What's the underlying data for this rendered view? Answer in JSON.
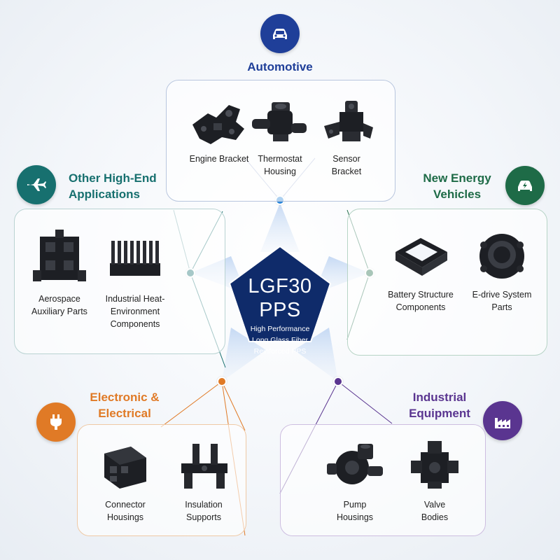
{
  "center": {
    "title": "LGF30\nPPS",
    "subtitle": "High Performance\nLong Glass Fiber\nReinforced PPS"
  },
  "colors": {
    "center_fill": "#0f2b6a",
    "automotive": "#1f3f99",
    "new_energy": "#1e6b47",
    "industrial": "#5a3590",
    "electronic": "#e07a26",
    "other": "#17706f",
    "parts": "#1d1f24"
  },
  "categories": {
    "automotive": {
      "title": [
        "Automotive"
      ],
      "icon": "car-icon",
      "parts": [
        {
          "label": "Engine Bracket",
          "icon": "engine-bracket-icon"
        },
        {
          "label": "Thermostat\nHousing",
          "icon": "thermostat-housing-icon"
        },
        {
          "label": "Sensor\nBracket",
          "icon": "sensor-bracket-icon"
        }
      ]
    },
    "new_energy": {
      "title": [
        "New Energy",
        "Vehicles"
      ],
      "icon": "electric-car-icon",
      "parts": [
        {
          "label": "Battery Structure\nComponents",
          "icon": "battery-frame-icon"
        },
        {
          "label": "E-drive System\nParts",
          "icon": "e-drive-housing-icon"
        }
      ]
    },
    "industrial": {
      "title": [
        "Industrial",
        "Equipment"
      ],
      "icon": "factory-icon",
      "parts": [
        {
          "label": "Pump\nHousings",
          "icon": "pump-housing-icon"
        },
        {
          "label": "Valve\nBodies",
          "icon": "valve-body-icon"
        }
      ]
    },
    "electronic": {
      "title": [
        "Electronic &",
        "Electrical"
      ],
      "icon": "plug-icon",
      "parts": [
        {
          "label": "Connector\nHousings",
          "icon": "connector-housing-icon"
        },
        {
          "label": "Insulation\nSupports",
          "icon": "insulation-support-icon"
        }
      ]
    },
    "other": {
      "title": [
        "Other High-End",
        "Applications"
      ],
      "icon": "airplane-icon",
      "parts": [
        {
          "label": "Aerospace\nAuxiliary Parts",
          "icon": "aerospace-part-icon"
        },
        {
          "label": "Industrial Heat-\nEnvironment\nComponents",
          "icon": "heatsink-icon"
        }
      ]
    }
  }
}
